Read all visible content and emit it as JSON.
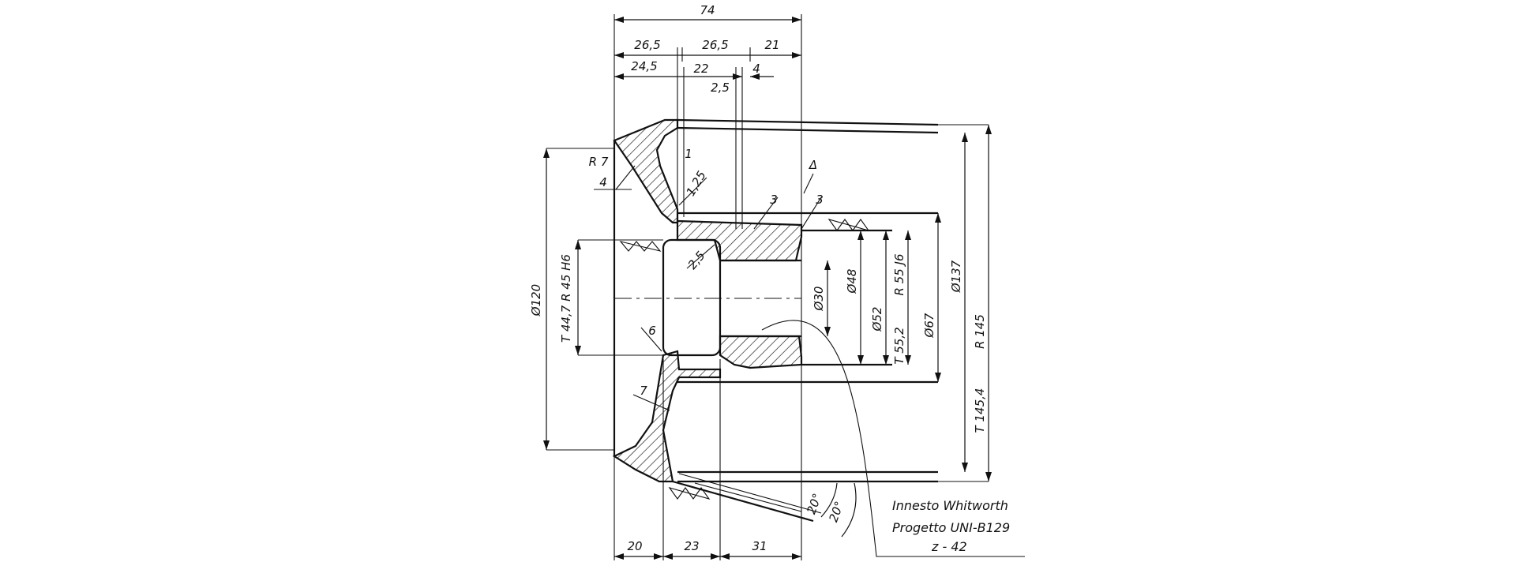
{
  "diagram": {
    "top_dims": {
      "overall": "74",
      "row1": [
        "26,5",
        "26,5",
        "21"
      ],
      "row2": [
        "24,5",
        "22",
        "4"
      ],
      "small": "2,5"
    },
    "bottom_dims": [
      "20",
      "23",
      "31"
    ],
    "left_dims": {
      "dia_120": "Ø120",
      "bore": "T 44,7  R 45 H6",
      "r7": "R 7",
      "four": "4",
      "seven": "7",
      "six": "6"
    },
    "detail_dims": {
      "one": "1",
      "chamfer": "1,25",
      "two_five": "2,5",
      "three_a": "3",
      "three_b": "3",
      "finish_mark": "Δ"
    },
    "right_dims": {
      "d30": "Ø30",
      "d48": "Ø48",
      "d52": "Ø52",
      "r55": "R 55 J6",
      "t55": "T 55,2",
      "d67": "Ø67",
      "d137": "Ø137",
      "r145": "R 145",
      "t145": "T 145,4"
    },
    "angles": [
      "20°",
      "20°"
    ],
    "note": {
      "line1": "Innesto Whitworth",
      "line2": "Progetto UNI-B129",
      "line3": "z - 42"
    }
  }
}
